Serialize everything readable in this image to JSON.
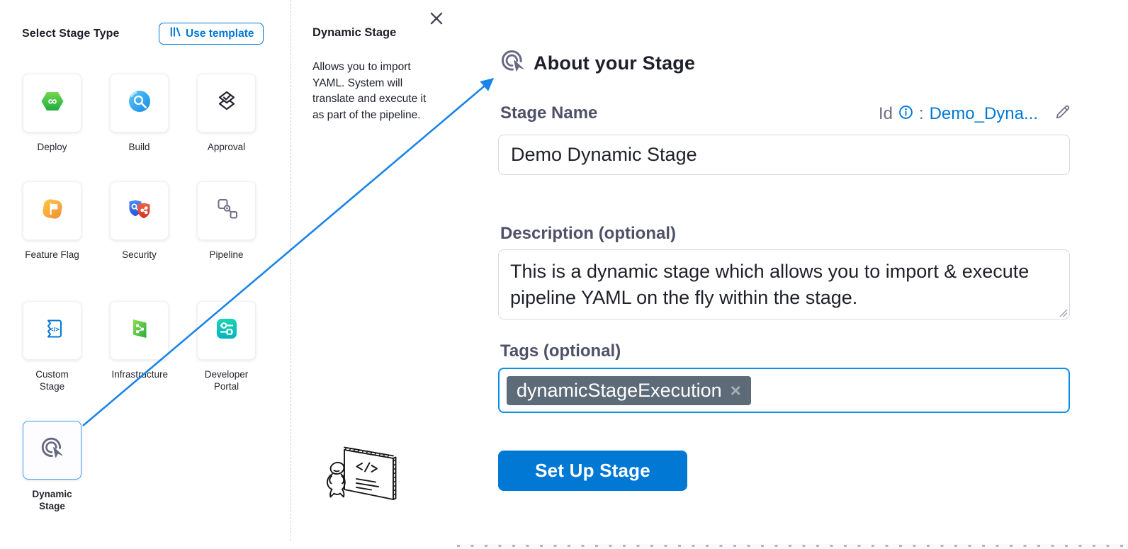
{
  "left_panel": {
    "title": "Select Stage Type",
    "use_template_button": {
      "label": "Use template",
      "icon": "template-library-icon"
    },
    "stages": [
      {
        "label": "Deploy",
        "icon": "deploy-icon"
      },
      {
        "label": "Build",
        "icon": "build-icon"
      },
      {
        "label": "Approval",
        "icon": "approval-icon"
      },
      {
        "label": "Feature Flag",
        "icon": "feature-flag-icon"
      },
      {
        "label": "Security",
        "icon": "security-icon"
      },
      {
        "label": "Pipeline",
        "icon": "pipeline-icon"
      },
      {
        "label": "Custom Stage",
        "icon": "custom-stage-icon"
      },
      {
        "label": "Infrastructure",
        "icon": "infrastructure-icon"
      },
      {
        "label": "Developer Portal",
        "icon": "developer-portal-icon"
      },
      {
        "label": "Dynamic Stage",
        "icon": "dynamic-stage-icon",
        "selected": true
      }
    ]
  },
  "info_panel": {
    "title": "Dynamic Stage",
    "description": "Allows you to import YAML. System will translate and execute it as part of the pipeline.",
    "close_icon": "close-icon",
    "illustration": "presenter-whiteboard-sketch"
  },
  "form_panel": {
    "heading": "About your Stage",
    "heading_icon": "dynamic-stage-icon",
    "stage_name": {
      "label": "Stage Name",
      "value": "Demo Dynamic Stage"
    },
    "id_row": {
      "id_label": "Id",
      "info_icon": "info-icon",
      "separator": ":",
      "id_value": "Demo_Dyna...",
      "edit_icon": "pencil-icon"
    },
    "description": {
      "label": "Description (optional)",
      "value": "This is a dynamic stage which allows you to import & execute pipeline YAML on the fly within the stage."
    },
    "tags": {
      "label": "Tags (optional)",
      "chips": [
        {
          "text": "dynamicStageExecution",
          "remove": "×"
        }
      ]
    },
    "submit_button": "Set Up Stage"
  },
  "colors": {
    "primary_blue": "#0278d5",
    "arrow_blue": "#1b84e7",
    "tags_focus_border": "#0b90e7",
    "tag_chip_bg": "#5d6b79",
    "label_gray": "#4e5168",
    "deploy_green": "#2fb043",
    "build_blue": "#1993ee",
    "feature_flag_orange": "#f79c3d",
    "developer_portal_teal": "#0cc2b4"
  }
}
